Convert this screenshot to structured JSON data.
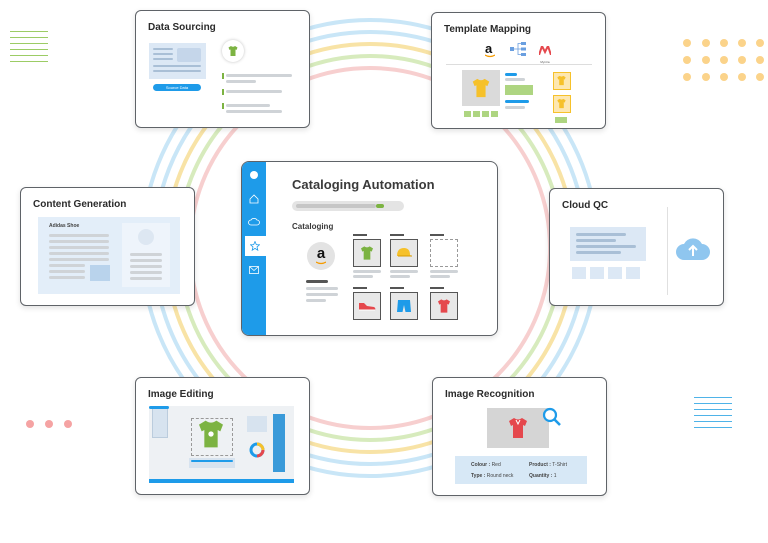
{
  "center": {
    "title": "Cataloging Automation",
    "subtitle": "Cataloging"
  },
  "cards": {
    "data_sourcing": {
      "title": "Data Sourcing",
      "button_label": "Source Data"
    },
    "template_mapping": {
      "title": "Template Mapping",
      "amazon_logo": "a",
      "myntra_label": "Myntra"
    },
    "content_generation": {
      "title": "Content Generation",
      "product_name": "Adidas Shoe"
    },
    "cloud_qc": {
      "title": "Cloud QC"
    },
    "image_editing": {
      "title": "Image Editing"
    },
    "image_recognition": {
      "title": "Image Recognition",
      "colour_label": "Colour :",
      "colour_value": "Red",
      "product_label": "Product :",
      "product_value": "T-Shirt",
      "type_label": "Type :",
      "type_value": "Round neck",
      "quantity_label": "Quantity :",
      "quantity_value": "1"
    }
  },
  "sidebar_icons": [
    "home-icon",
    "cloud-icon",
    "star-icon",
    "mail-icon"
  ],
  "colors": {
    "accent_blue": "#1e9be9",
    "green": "#7cb342",
    "yellow": "#f6c12a",
    "red_product": "#e5484d",
    "ring_colors": [
      "#bfe0f4",
      "#f9dfa0",
      "#cfe6b0",
      "#f7c9c9",
      "#f3b6b6"
    ]
  }
}
